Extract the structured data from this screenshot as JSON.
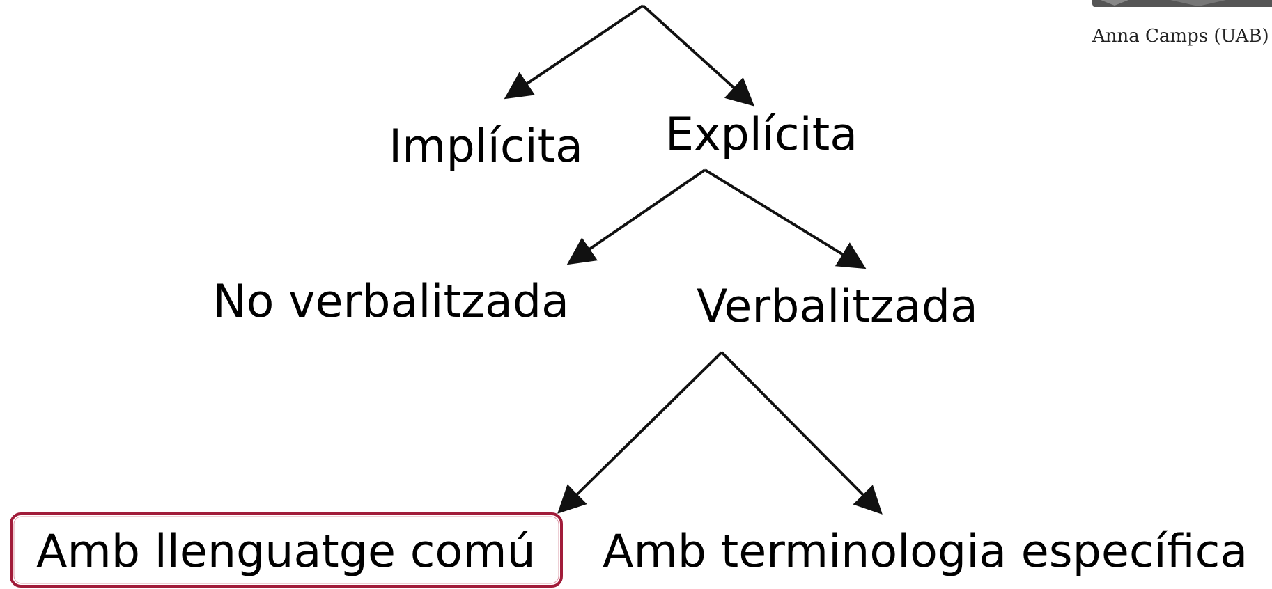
{
  "credit": {
    "text": "Anna Camps (UAB)"
  },
  "nodes": {
    "implicita": "Implícita",
    "explicita": "Explícita",
    "no_verbalitzada": "No verbalitzada",
    "verbalitzada": "Verbalitzada",
    "llenguatge_comu": "Amb llenguatge comú",
    "terminologia": "Amb terminologia específica"
  },
  "colors": {
    "highlight_border": "#a11c3a",
    "line": "#111111"
  }
}
